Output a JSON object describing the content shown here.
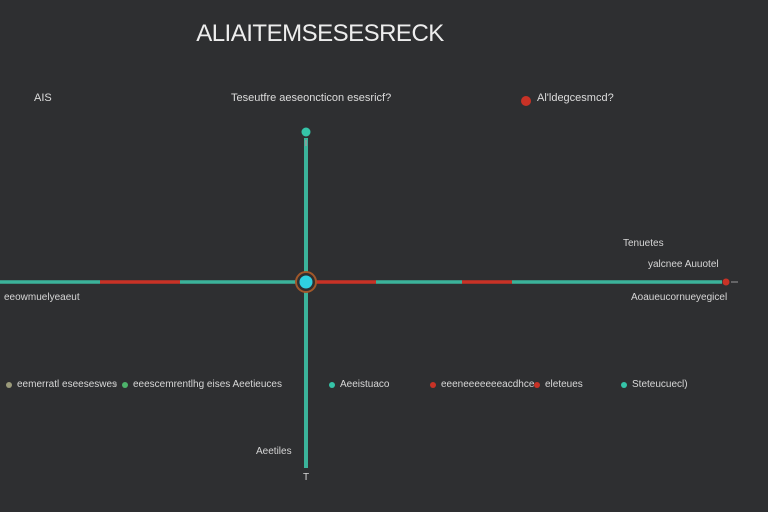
{
  "title": "ALIAITEMSESESRECK",
  "top_labels": {
    "left": "AIS",
    "center": "Teseutfre  aeseoncticon  esesricf?",
    "right": "Al'ldegcesmcd?"
  },
  "right_labels": {
    "upper": "Tenuetes",
    "middle": "yalcnee  Auuotel",
    "lower": "Aoaueucornueyegicel"
  },
  "left_label": "eeowmuelyeaeut",
  "bottom_labels": {
    "axis": "Aeetiles",
    "tick": "T"
  },
  "legend": [
    {
      "label": "eemerratl  eseeseswes",
      "color": "#9a9a7a"
    },
    {
      "label": "eeescemrentlhg  eises  Aeetieuces",
      "color": "#4db36b"
    },
    {
      "label": "Aeeistuaco",
      "color": "#35c4a8"
    },
    {
      "label": "eeeneeeeeeeacdhce",
      "color": "#c83226"
    },
    {
      "label": "eleteues",
      "color": "#c83226"
    },
    {
      "label": "Steteucuecl)",
      "color": "#35c4a8"
    }
  ],
  "colors": {
    "background": "#2e2f31",
    "teal": "#3bb39a",
    "red": "#c83226",
    "cyan": "#2fd0e0"
  }
}
